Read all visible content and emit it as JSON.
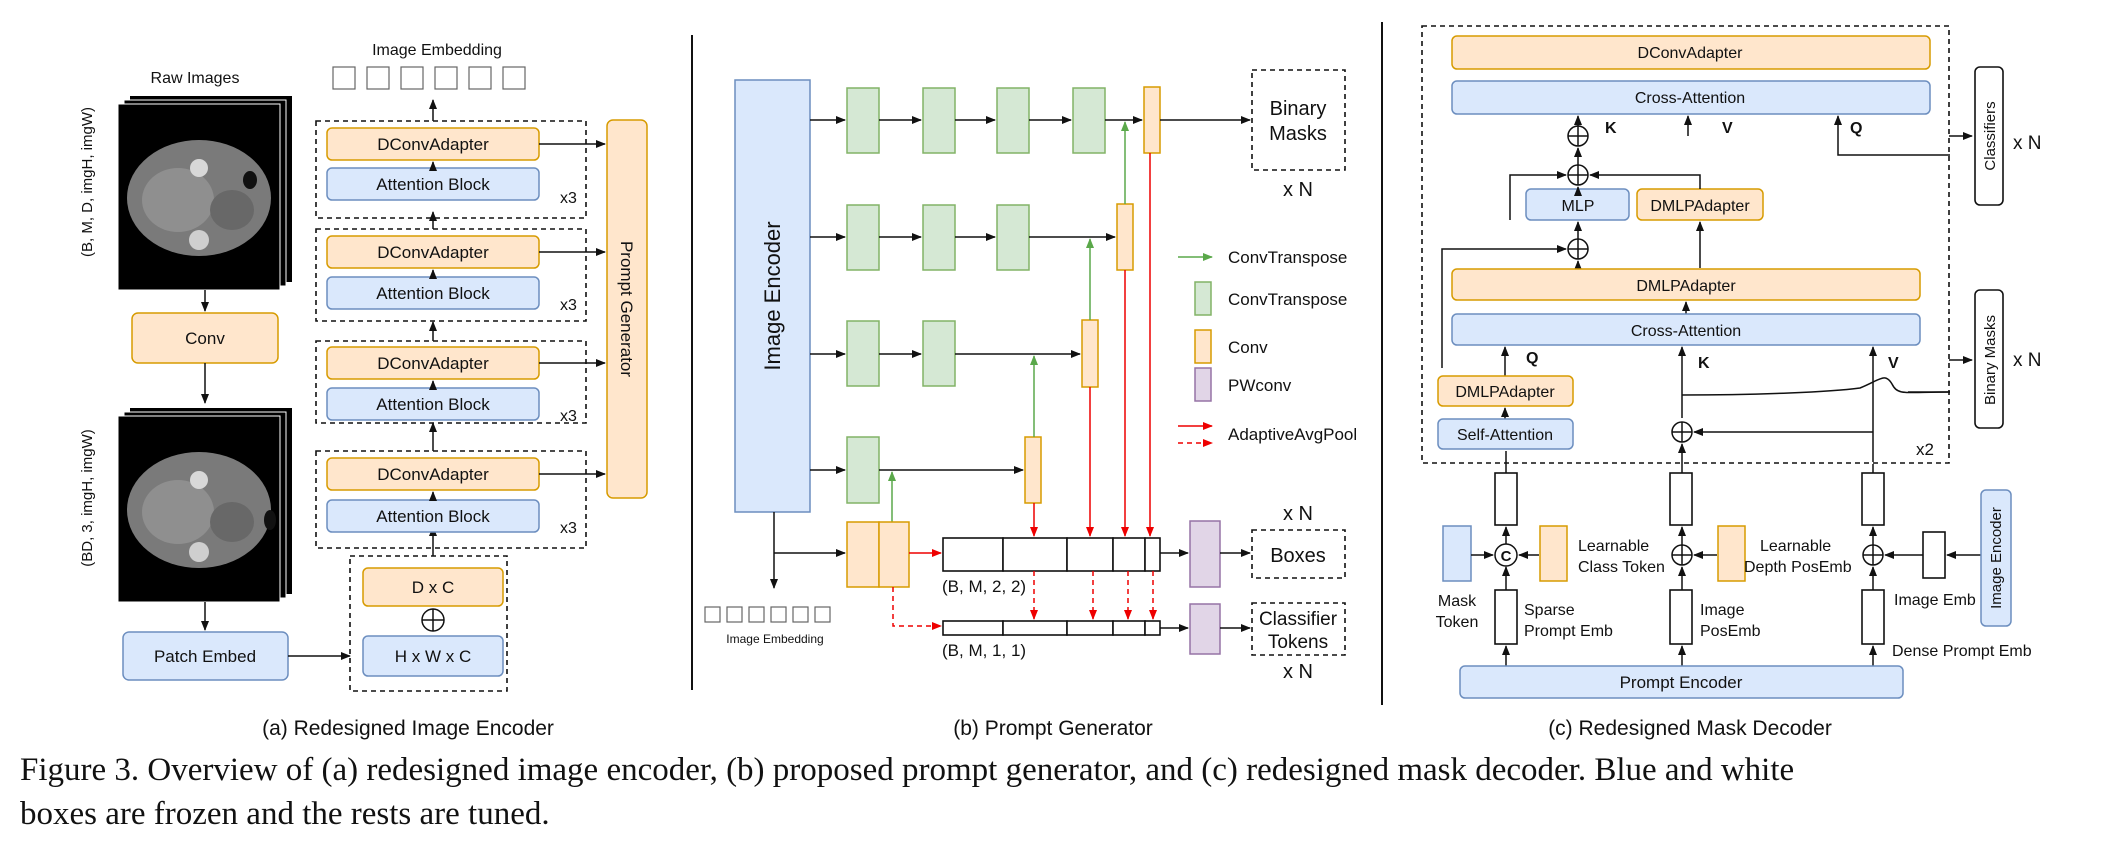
{
  "colors": {
    "frozen_blue": "#dae8fc",
    "tuned_orange": "#ffe6cc",
    "conv_transpose_green": "#d5e8d4",
    "pwconv_purple": "#e1d5e7",
    "pool_red": "#e00000",
    "arrow_green": "#5aa84a"
  },
  "panel_a": {
    "raw_images": "Raw Images",
    "dim_raw": "(B, M, D, imgH, imgW)",
    "dim_bd": "(BD, 3, imgH, imgW)",
    "conv": "Conv",
    "patch_embed": "Patch Embed",
    "image_embedding": "Image Embedding",
    "dconv_adapter": "DConvAdapter",
    "attention_block": "Attention Block",
    "repeat": "x3",
    "prompt_generator": "Prompt Generator",
    "d_x_c": "D x C",
    "hwc": "H x W x C",
    "caption": "(a) Redesigned Image Encoder"
  },
  "panel_b": {
    "image_encoder": "Image Encoder",
    "image_embedding": "Image Embedding",
    "binary_masks_1": "Binary",
    "binary_masks_2": "Masks",
    "boxes": "Boxes",
    "classifier_1": "Classifier",
    "classifier_2": "Tokens",
    "xn": "x N",
    "shape_boxes": "(B, M, 2, 2)",
    "shape_cls": "(B, M, 1, 1)",
    "legend": [
      "ConvTranspose",
      "ConvTranspose",
      "Conv",
      "PWconv",
      "AdaptiveAvgPool"
    ],
    "caption": "(b) Prompt Generator"
  },
  "panel_c": {
    "dconv_adapter": "DConvAdapter",
    "cross_attention": "Cross-Attention",
    "mlp": "MLP",
    "dmlp_adapter": "DMLPAdapter",
    "self_attention": "Self-Attention",
    "k": "K",
    "v": "V",
    "q": "Q",
    "x2": "x2",
    "classifiers": "Classifiers",
    "binary_masks": "Binary Masks",
    "xn": "x N",
    "image_encoder": "Image Encoder",
    "mask_token_1": "Mask",
    "mask_token_2": "Token",
    "concat": "C",
    "learnable_class_1": "Learnable",
    "learnable_class_2": "Class Token",
    "sparse_1": "Sparse",
    "sparse_2": "Prompt Emb",
    "image_pos_1": "Image",
    "image_pos_2": "PosEmb",
    "learnable_depth_1": "Learnable",
    "learnable_depth_2": "Depth PosEmb",
    "image_emb": "Image Emb",
    "dense_prompt": "Dense Prompt Emb",
    "prompt_encoder": "Prompt Encoder",
    "caption": "(c) Redesigned Mask Decoder"
  },
  "figure_caption": {
    "line1": "Figure 3.  Overview of (a) redesigned image encoder, (b) proposed prompt generator, and (c) redesigned mask decoder.  Blue and white",
    "line2": "boxes are frozen and the rests are tuned."
  }
}
